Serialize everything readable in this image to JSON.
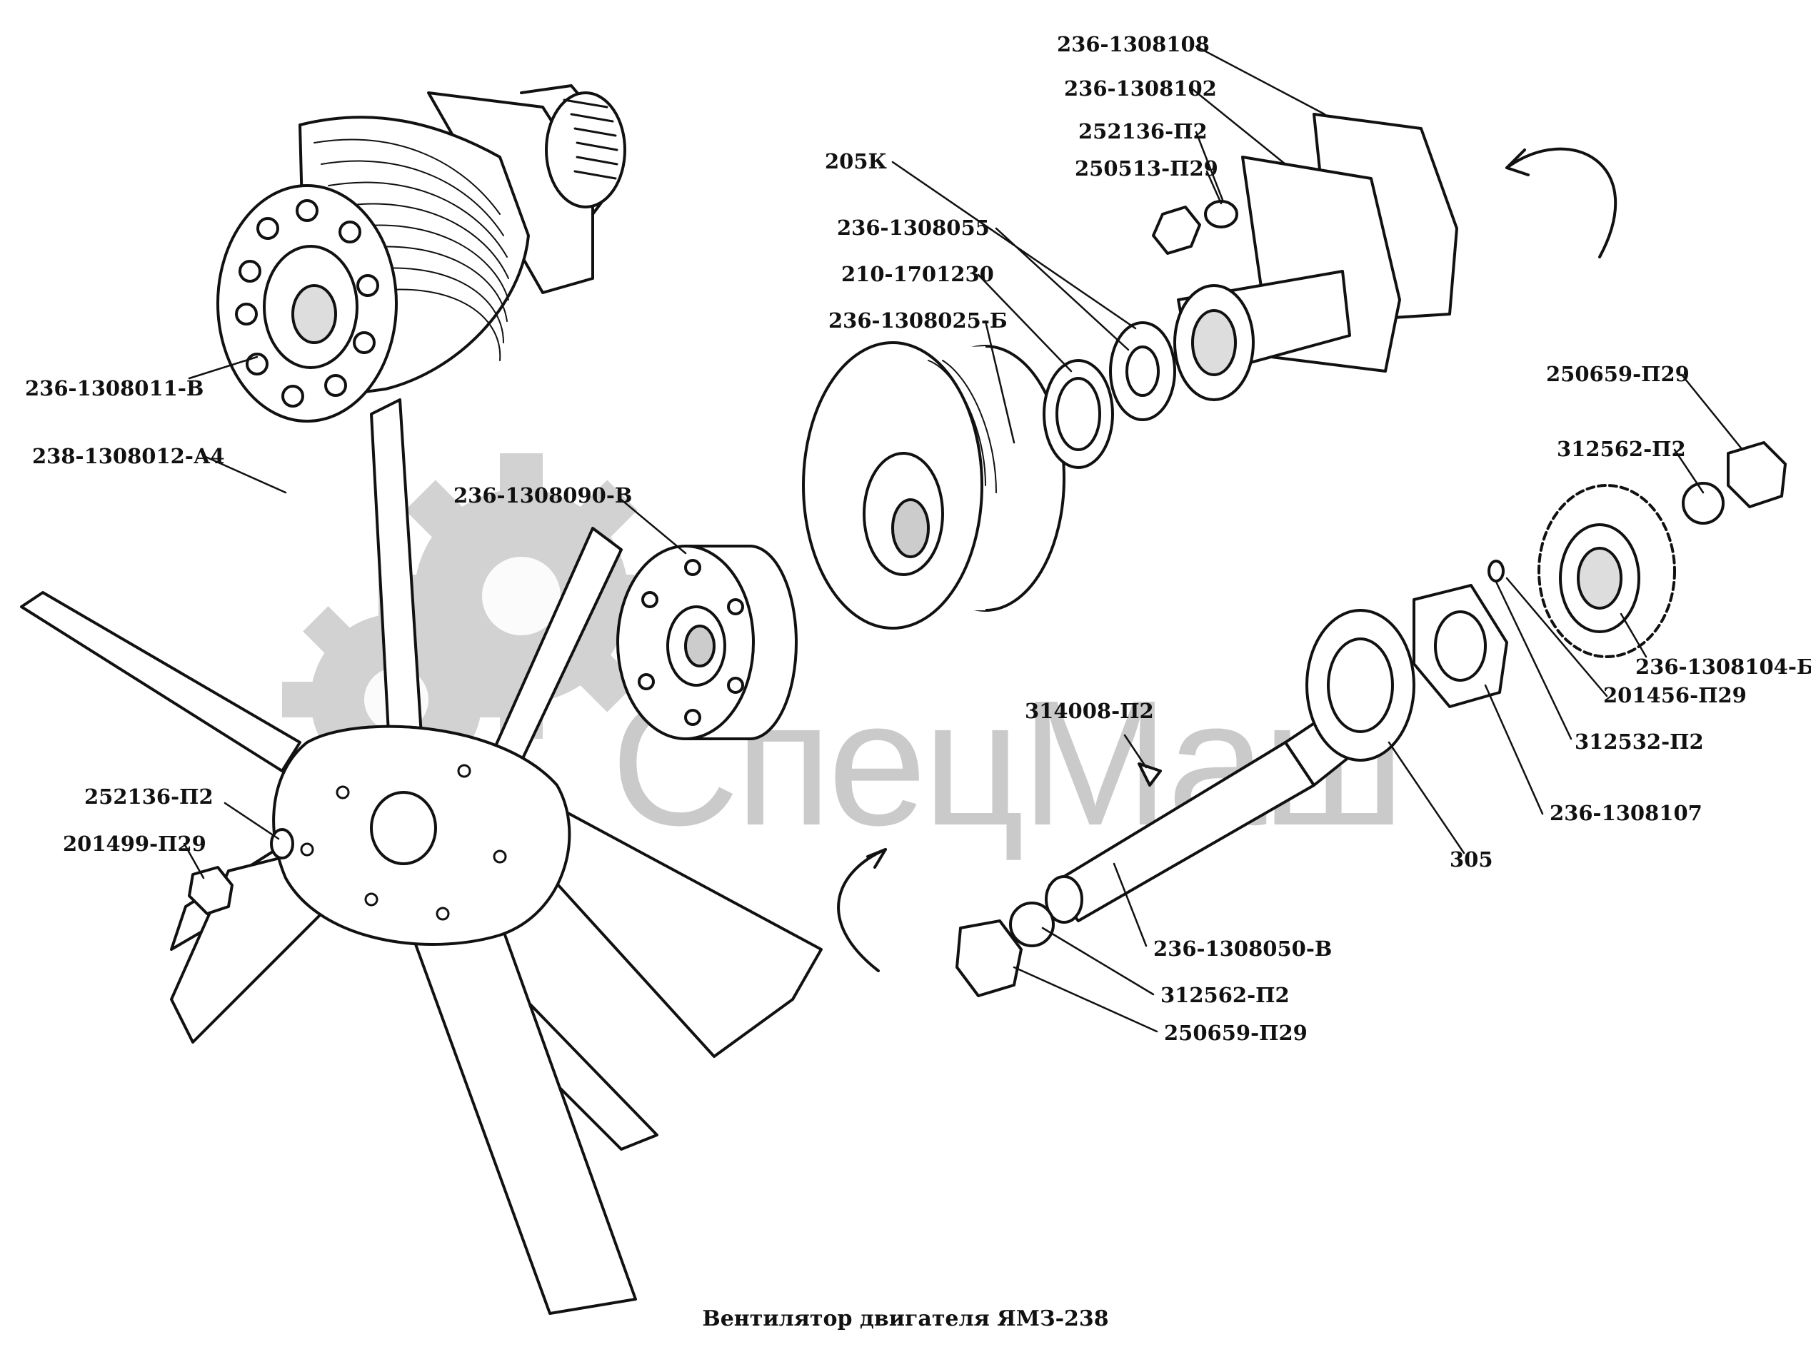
{
  "title": "Вентилятор двигателя ЯМЗ-238",
  "watermark": {
    "text": "СпецМаш",
    "color": "#bdbdbd"
  },
  "colors": {
    "ink": "#111111",
    "watermark": "#bdbdbd",
    "background": "#ffffff"
  },
  "labels": [
    {
      "id": "236-1308108",
      "text": "236-1308108"
    },
    {
      "id": "236-1308102",
      "text": "236-1308102"
    },
    {
      "id": "252136-P2-top",
      "text": "252136-П2"
    },
    {
      "id": "250513-P29",
      "text": "250513-П29"
    },
    {
      "id": "205K",
      "text": "205К"
    },
    {
      "id": "236-1308055",
      "text": "236-1308055"
    },
    {
      "id": "210-1701230",
      "text": "210-1701230"
    },
    {
      "id": "236-1308025-B",
      "text": "236-1308025-Б"
    },
    {
      "id": "236-1308011-V",
      "text": "236-1308011-В"
    },
    {
      "id": "238-1308012-A4",
      "text": "238-1308012-А4"
    },
    {
      "id": "236-1308090-V",
      "text": "236-1308090-В"
    },
    {
      "id": "250659-P29-top",
      "text": "250659-П29"
    },
    {
      "id": "312562-P2-top",
      "text": "312562-П2"
    },
    {
      "id": "236-1308104-B",
      "text": "236-1308104-Б"
    },
    {
      "id": "201456-P29",
      "text": "201456-П29"
    },
    {
      "id": "312532-P2",
      "text": "312532-П2"
    },
    {
      "id": "314008-P2",
      "text": "314008-П2"
    },
    {
      "id": "236-1308107",
      "text": "236-1308107"
    },
    {
      "id": "305",
      "text": "305"
    },
    {
      "id": "252136-P2-left",
      "text": "252136-П2"
    },
    {
      "id": "201499-P29",
      "text": "201499-П29"
    },
    {
      "id": "236-1308050-V",
      "text": "236-1308050-В"
    },
    {
      "id": "312562-P2-bottom",
      "text": "312562-П2"
    },
    {
      "id": "250659-P29-bottom",
      "text": "250659-П29"
    }
  ]
}
